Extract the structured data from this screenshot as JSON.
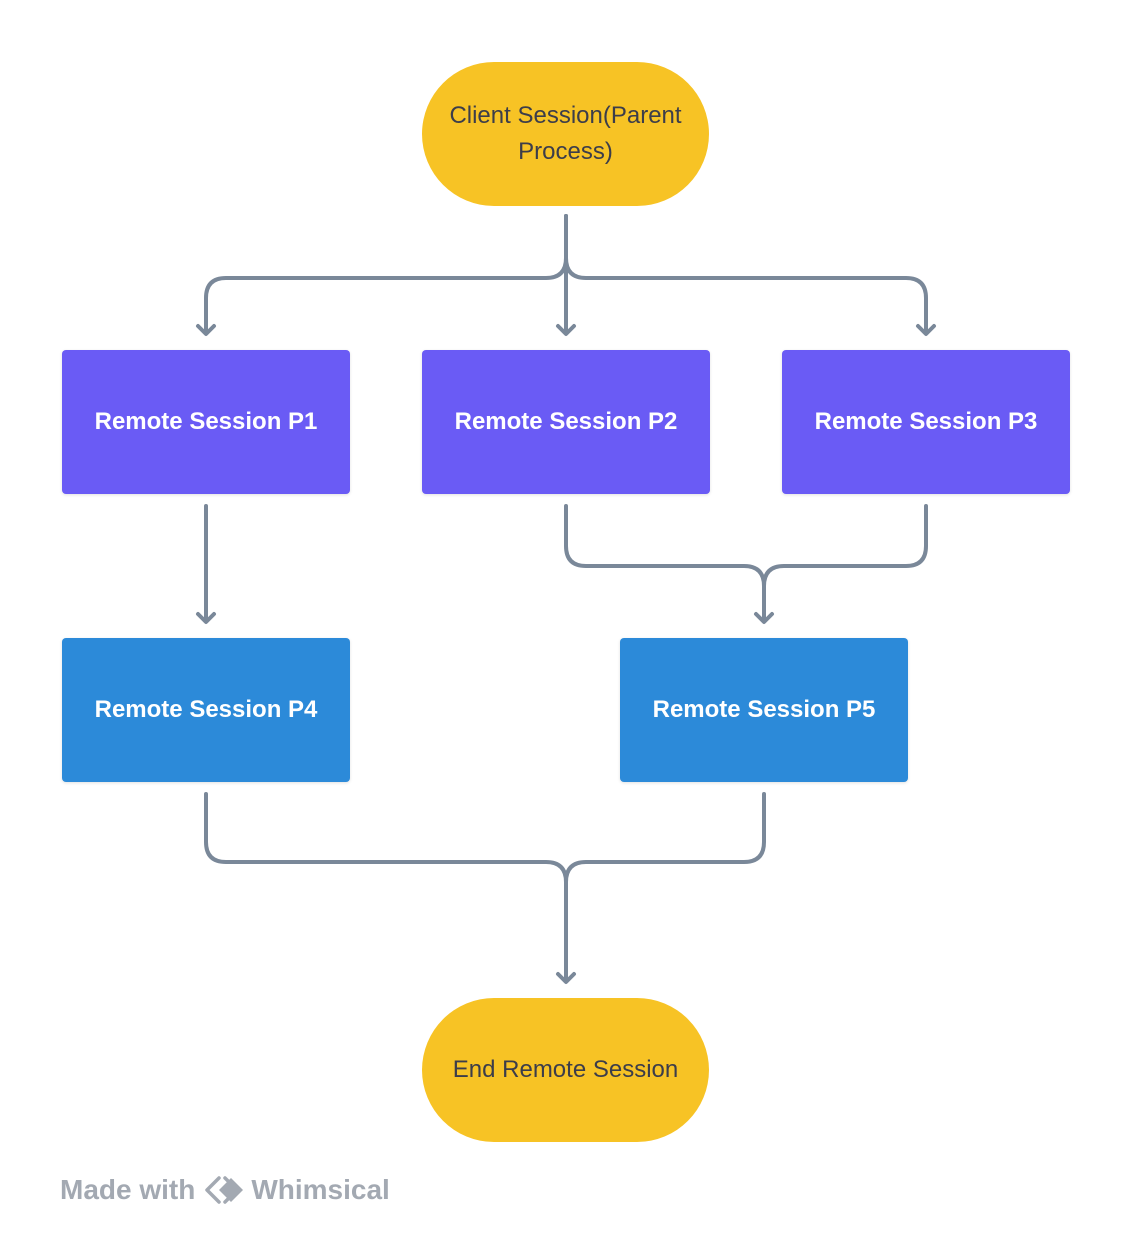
{
  "nodes": {
    "start": "Client Session(Parent Process)",
    "p1": "Remote Session P1",
    "p2": "Remote Session P2",
    "p3": "Remote Session P3",
    "p4": "Remote Session P4",
    "p5": "Remote Session P5",
    "end": "End Remote Session"
  },
  "footer": {
    "made_with": "Made with",
    "brand": "Whimsical"
  },
  "colors": {
    "terminal": "#f7c325",
    "process_row1": "#6a5bf5",
    "process_row2": "#2c8ad9",
    "connector": "#7a8899",
    "footer_text": "#a3a9b2"
  },
  "edges": [
    {
      "from": "start",
      "to": "p1"
    },
    {
      "from": "start",
      "to": "p2"
    },
    {
      "from": "start",
      "to": "p3"
    },
    {
      "from": "p1",
      "to": "p4"
    },
    {
      "from": "p2",
      "to": "p5"
    },
    {
      "from": "p3",
      "to": "p5"
    },
    {
      "from": "p4",
      "to": "end"
    },
    {
      "from": "p5",
      "to": "end"
    }
  ]
}
